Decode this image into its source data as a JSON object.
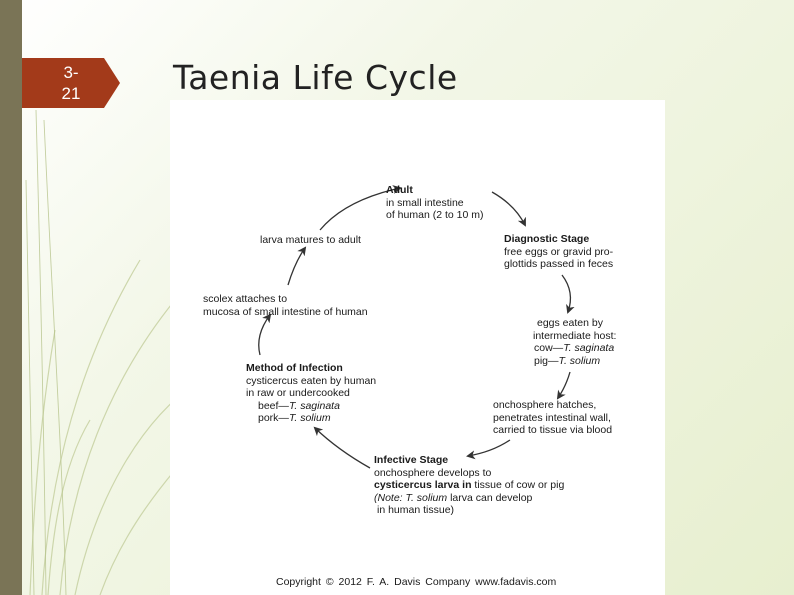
{
  "slide": {
    "number": "3-\n21",
    "title": "Taenia Life Cycle"
  },
  "colors": {
    "badge": "#a33a1a",
    "side_bar": "#7a7456",
    "background": "#edf3dc",
    "arrow": "#333333"
  },
  "diagram": {
    "adult": {
      "heading": "Adult",
      "lines": [
        "in small intestine",
        "of human (2 to 10 m)"
      ]
    },
    "diagnostic": {
      "heading": "Diagnostic Stage",
      "lines": [
        "free eggs or gravid pro-",
        "glottids passed in feces"
      ]
    },
    "eggs_eaten": {
      "lines": [
        "eggs eaten by",
        "intermediate host:"
      ],
      "host_lines": [
        {
          "prefix": "cow—",
          "species": "T. saginata"
        },
        {
          "prefix": "pig—",
          "species": "T. solium"
        }
      ]
    },
    "onchosphere": {
      "lines": [
        "onchosphere hatches,",
        "penetrates intestinal wall,",
        "carried to tissue via blood"
      ]
    },
    "infective": {
      "heading": "Infective Stage",
      "line1": "onchosphere develops to",
      "line2_bold": "cysticercus larva in",
      "line2_rest": " tissue of cow or pig",
      "line3_note": "(Note: ",
      "line3_species": "T. solium",
      "line3_rest": " larva can develop",
      "line4": "in human tissue)"
    },
    "method": {
      "heading": "Method of Infection",
      "lines": [
        "cysticercus eaten by human",
        "in raw or undercooked"
      ],
      "meat_lines": [
        {
          "prefix": "beef—",
          "species": "T. saginata"
        },
        {
          "prefix": "pork—",
          "species": "T. solium"
        }
      ]
    },
    "scolex": {
      "lines": [
        "scolex attaches to",
        "mucosa of small intestine of human"
      ]
    },
    "larva": {
      "lines": [
        "larva matures to adult"
      ]
    },
    "copyright": "Copyright © 2012 F. A. Davis Company   www.fadavis.com"
  }
}
